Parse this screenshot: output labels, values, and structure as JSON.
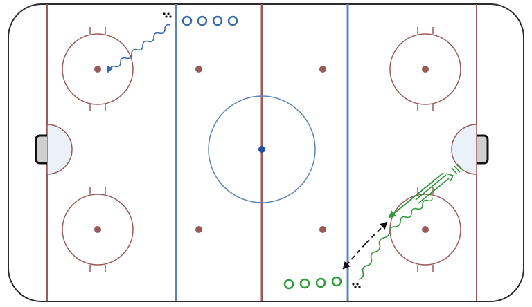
{
  "diagram": {
    "type": "hockey-rink-drill",
    "colors": {
      "boards": "#2b2b2b",
      "red_line": "#9a5a5a",
      "blue_line": "#5b84b8",
      "faceoff_circle": "#9a5a5a",
      "center_circle": "#5b84b8",
      "center_dot": "#1f4fa0",
      "faceoff_dot": "#9a5a5a",
      "crease_fill": "#eaf1f8",
      "net_fill": "#cfcfcf",
      "team_blue": "#3b6aa8",
      "team_green": "#2e9a3a",
      "pass_arrow": "#111111"
    },
    "players": {
      "blue_count": 4,
      "green_count": 4
    },
    "icons": [
      "puck-stack-icon",
      "skate-wavy-arrow-icon",
      "pass-dashed-arrow-icon",
      "shot-double-arrow-icon"
    ]
  }
}
